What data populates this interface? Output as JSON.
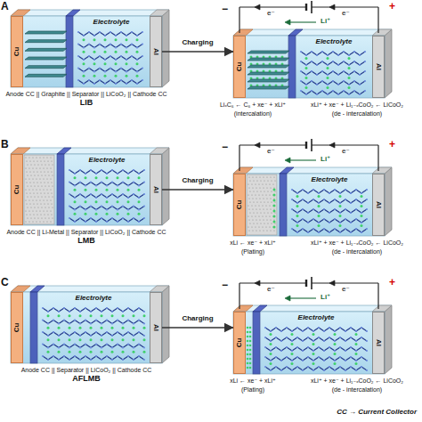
{
  "diagram": {
    "nodes": [
      {
        "text": [
          "Anode CC || Graphite || Separator || LiCoO₂ || Cathode CC",
          "LIB"
        ]
      },
      {
        "text": [
          "Cu"
        ],
        "in": 0
      },
      {
        "text": [
          "Electrolyte"
        ],
        "in": 0
      },
      {
        "text": [
          "Al"
        ],
        "in": 0
      },
      {
        "text": [
          "LiₓC₆ ← C₆ + xe⁻ + xLi⁺",
          "(intercalation)",
          "xLi⁺ + xe⁻ + Li₁₋ₓCoO₂ ← LiCoO₂",
          "(de - intercalation)"
        ]
      },
      {
        "text": [
          "Cu"
        ],
        "in": 4
      },
      {
        "text": [
          "Electrolyte"
        ],
        "in": 4
      },
      {
        "text": [
          "Al"
        ],
        "in": 4
      },
      {
        "text": [
          "Anode CC || Li-Metal || Separator || LiCoO₂ || Cathode CC",
          "LMB"
        ]
      },
      {
        "text": [
          "Cu"
        ],
        "in": 8
      },
      {
        "text": [
          "Electrolyte"
        ],
        "in": 8
      },
      {
        "text": [
          "Al"
        ],
        "in": 8
      },
      {
        "text": [
          "xLi ← xe⁻ + xLi⁺",
          "(Plating)",
          "xLi⁺ + xe⁻ + Li₁₋ₓCoO₂ ← LiCoO₂",
          "(de - intercalation)"
        ]
      },
      {
        "text": [
          "Cu"
        ],
        "in": 12
      },
      {
        "text": [
          "Electrolyte"
        ],
        "in": 12
      },
      {
        "text": [
          "Al"
        ],
        "in": 12
      },
      {
        "text": [
          "Anode CC || Separator || LiCoO₂ || Cathode CC",
          "AFLMB"
        ]
      },
      {
        "text": [
          "Cu"
        ],
        "in": 16
      },
      {
        "text": [
          "Electrolyte"
        ],
        "in": 16
      },
      {
        "text": [
          "Al"
        ],
        "in": 16
      },
      {
        "text": [
          "xLi ← xe⁻ + xLi⁺",
          "(Plating)",
          "xLi⁺ + xe⁻ + Li₁₋ₓCoO₂ ← LiCoO₂",
          "(de - intercalation)"
        ]
      },
      {
        "text": [
          "Cu"
        ],
        "in": 20
      },
      {
        "text": [
          "Electrolyte"
        ],
        "in": 20
      },
      {
        "text": [
          "Al"
        ],
        "in": 20
      }
    ],
    "edges": [
      {
        "from": 0,
        "to": 4,
        "arrow": "to",
        "label": "Charging"
      },
      {
        "from": 8,
        "to": 12,
        "arrow": "to",
        "label": "Charging"
      },
      {
        "from": 16,
        "to": 20,
        "arrow": "to",
        "label": "Charging"
      }
    ],
    "labels": [
      "A",
      "−",
      "+",
      "e⁻",
      "e⁻",
      "Li⁺",
      "B",
      "−",
      "+",
      "e⁻",
      "e⁻",
      "Li⁺",
      "C",
      "−",
      "+",
      "e⁻",
      "e⁻",
      "Li⁺",
      "CC → Current Collector"
    ]
  }
}
